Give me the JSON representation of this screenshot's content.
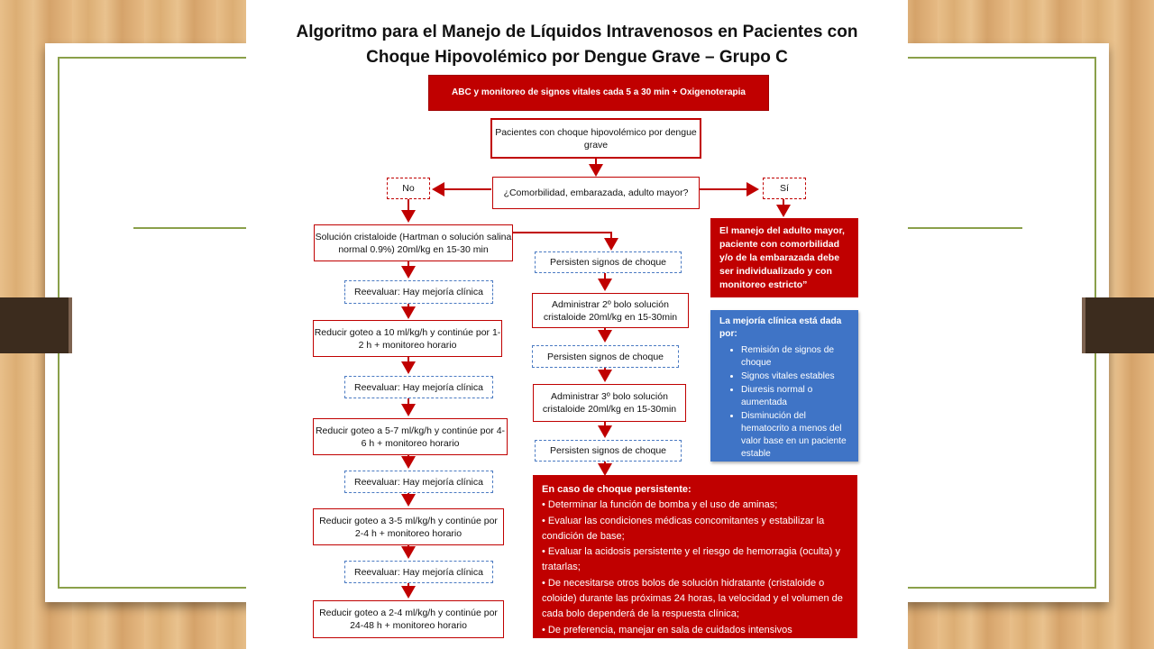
{
  "title_line1": "Algoritmo para el Manejo de Líquidos Intravenosos en Pacientes con",
  "title_line2": "Choque Hipovolémico por Dengue Grave – Grupo C",
  "abc": "ABC y monitoreo de signos vitales cada 5 a 30 min + Oxigenoterapia",
  "patients": "Pacientes con choque hipovolémico por dengue grave",
  "question": "¿Comorbilidad, embarazada, adulto mayor?",
  "no": "No",
  "si": "Sí",
  "special": "El manejo del adulto mayor, paciente con comorbilidad y/o de la embarazada debe ser individualizado y con monitoreo estricto”",
  "left": {
    "cristaloide": "Solución cristaloide (Hartman o solución salina normal 0.9%) 20ml/kg en 15-30 min",
    "reeval1": "Reevaluar: Hay mejoría clínica",
    "step1": "Reducir goteo a 10 ml/kg/h y continúe por 1-2 h + monitoreo horario",
    "reeval2": "Reevaluar: Hay mejoría clínica",
    "step2": "Reducir goteo a 5-7 ml/kg/h y continúe por 4-6 h + monitoreo horario",
    "reeval3": "Reevaluar: Hay mejoría clínica",
    "step3": "Reducir goteo a 3-5 ml/kg/h y continúe por 2-4 h + monitoreo horario",
    "reeval4": "Reevaluar: Hay mejoría clínica",
    "step4": "Reducir goteo a 2-4 ml/kg/h y continúe por 24-48 h + monitoreo horario"
  },
  "mid": {
    "persist1": "Persisten signos de choque",
    "bolo2": "Administrar 2º bolo solución cristaloide 20ml/kg en 15-30min",
    "persist2": "Persisten signos de choque",
    "bolo3": "Administrar 3º bolo solución cristaloide 20ml/kg en 15-30min",
    "persist3": "Persisten signos de choque"
  },
  "improvement": {
    "heading": "La mejoría clínica está dada por:",
    "items": [
      "Remisión de signos de choque",
      "Signos vitales estables",
      "Diuresis normal o aumentada",
      "Disminución del hematocrito a menos del valor base en un paciente estable"
    ]
  },
  "persistent": {
    "heading": "En caso de choque persistente:",
    "items": [
      "• Determinar la función de bomba y el uso de aminas;",
      "• Evaluar las condiciones médicas concomitantes y estabilizar la condición de base;",
      "• Evaluar la acidosis persistente y el riesgo de hemorragia (oculta) y tratarlas;",
      "• De necesitarse otros bolos de solución hidratante (cristaloide o coloide) durante las próximas 24 horas, la velocidad y el volumen de cada bolo dependerá de la respuesta clínica;",
      "• De preferencia, manejar en sala de cuidados intensivos"
    ]
  }
}
